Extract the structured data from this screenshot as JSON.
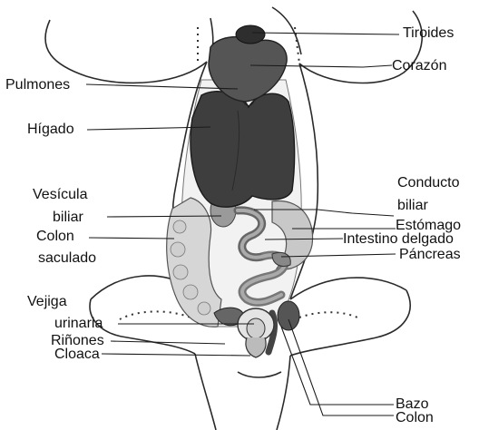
{
  "colors": {
    "outline": "#2a2a2a",
    "dark_organ": "#4a4a4a",
    "mid_organ": "#8a8a8a",
    "light_organ": "#c4c4c4",
    "pale_organ": "#d8d8d8",
    "line": "#1a1a1a",
    "text": "#111111"
  },
  "labels": {
    "tiroides": "Tiroides",
    "corazon": "Corazón",
    "pulmones": "Pulmones",
    "higado": "Hígado",
    "vesicula_1": "Vesícula",
    "vesicula_2": "biliar",
    "conducto_1": "Conducto",
    "conducto_2": "biliar",
    "estomago": "Estómago",
    "intestino": "Intestino delgado",
    "colon_saculado_1": "Colon",
    "colon_saculado_2": "saculado",
    "pancreas": "Páncreas",
    "vejiga_1": "Vejiga",
    "vejiga_2": "urinaria",
    "rinones": "Riñones",
    "cloaca": "Cloaca",
    "bazo": "Bazo",
    "colon": "Colon"
  }
}
